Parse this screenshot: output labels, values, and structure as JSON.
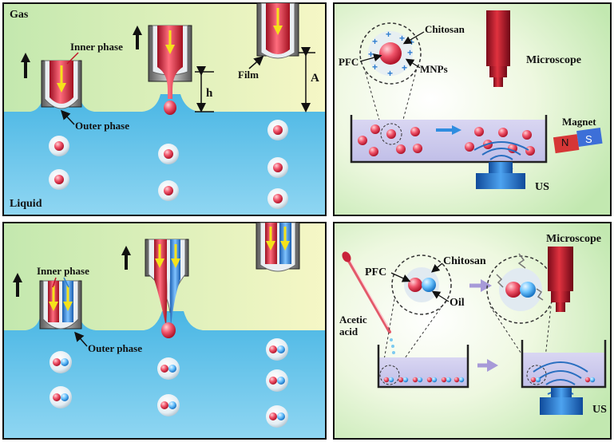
{
  "panels": {
    "top_left": {
      "gas": "Gas",
      "liquid": "Liquid",
      "inner_phase": "Inner phase",
      "outer_phase": "Outer phase",
      "h": "h",
      "film": "Film",
      "a": "A"
    },
    "top_right": {
      "chitosan": "Chitosan",
      "pfc": "PFC",
      "mnps": "MNPs",
      "microscope": "Microscope",
      "magnet": "Magnet",
      "magnet_n": "N",
      "magnet_s": "S",
      "us": "US"
    },
    "bottom_left": {
      "inner_phase": "Inner phase",
      "outer_phase": "Outer phase"
    },
    "bottom_right": {
      "pfc": "PFC",
      "chitosan": "Chitosan",
      "oil": "Oil",
      "microscope": "Microscope",
      "acetic": "Acetic",
      "acid": "acid",
      "us": "US"
    }
  },
  "colors": {
    "liquid": "#5cc3e8",
    "gas_top": "#bfe6a8",
    "gas_bottom": "#f2f6c0",
    "nozzle_red": "#d8243a",
    "arrow_yellow": "#f5e21b",
    "shell_blue": "#2f7ed0",
    "microscope_red": "#b8132a"
  }
}
